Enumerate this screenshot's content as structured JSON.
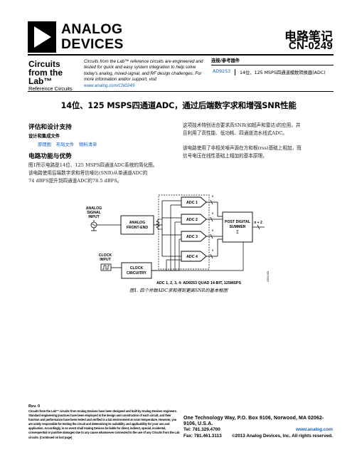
{
  "header": {
    "logo_line1": "ANALOG",
    "logo_line2": "DEVICES",
    "doc_kind": "电路笔记",
    "doc_number": "CN-0249"
  },
  "cftl": {
    "line1": "Circuits",
    "line2": "from the Lab™",
    "line3": "Reference Circuits",
    "intro": "Circuits from the Lab™ reference circuits are engineered and tested for quick and easy system integration to help solve today's analog, mixed-signal, and RF design challenges. For more information and/or support, visit ",
    "intro_link": "www.analog.com/CN0249"
  },
  "refbox": {
    "header": "连接/参考器件",
    "part": "AD9253",
    "description": "14位、125 MSPS四通道模数转换器(ADC)"
  },
  "title": "14位、125 MSPS四通道ADC，通过后端数字求和增强SNR性能",
  "left": {
    "eval_heading": "评估和设计支持",
    "design_files_heading": "设计和集成文件",
    "links": [
      "原理图",
      "布局文件",
      "物料清单"
    ],
    "benefits_heading": "电路功能与优势",
    "benefits_text_1": "图1所示电路是14位、125 MSPS四通道ADC系统的简化图。",
    "benefits_text_2": "该电路使用后端数字求和将信噪比(SNR)从单通道ADC的",
    "benefits_text_3": "74 dBFS提升到四通道ADC的78.5 dBFS。"
  },
  "right": {
    "text_1": "这项技术特别适合要求高SNR(如超声和雷达)的应用，并",
    "text_2": "且利用了高性能、低功耗、四通道流水线式ADC。",
    "text_3": "该电路使用了非相关噪声源在方和根(rss)基础上相加，而",
    "text_4": "信号电压在线性基础上相加的基本原理。"
  },
  "diagram": {
    "analog_input": [
      "ANALOG",
      "SIGNAL",
      "INPUT"
    ],
    "analog_frontend": [
      "ANALOG",
      "FRONT-END"
    ],
    "adcs": [
      "ADC 1",
      "ADC 2",
      "ADC 3",
      "ADC 4"
    ],
    "bus_label": "n",
    "post_digital": [
      "POST DIGITAL",
      "SUMMER",
      "Σ"
    ],
    "output_label": "n + 2",
    "clock_input": [
      "CLOCK",
      "INPUT"
    ],
    "clock_circuitry": [
      "CLOCK",
      "CIRCUITRY"
    ],
    "adc_caption": "ADC 1, 2, 3, 4:  AD9253 QUAD 14-BIT, 125MSPS",
    "side_code": "10591-001"
  },
  "figure_caption": "图1. 四个并联ADC求和得到更高SNR的基本框图",
  "footer": {
    "rev": "Rev. 0",
    "disclaimer": "Circuits from the Lab™ circuits from Analog Devices have been designed and built by Analog Devices engineers. Standard engineering practices have been employed in the design and construction of each circuit, and their function and performance have been tested and verified in a lab environment at room temperature. However, you are solely responsible for testing the circuit and determining its suitability and applicability for your use and application. Accordingly, in no event shall Analog Devices be liable for direct, indirect, special, incidental, consequential or punitive damages due to any cause whatsoever connected to the use of any Circuits from the Lab circuits. (Continued on last page)",
    "address": "One Technology Way, P.O. Box 9106, Norwood, MA 02062-9106, U.S.A.",
    "tel": "Tel: 781.329.4700",
    "web": "www.analog.com",
    "fax": "Fax: 781.461.3113",
    "copyright": "©2013 Analog Devices, Inc. All rights reserved."
  }
}
